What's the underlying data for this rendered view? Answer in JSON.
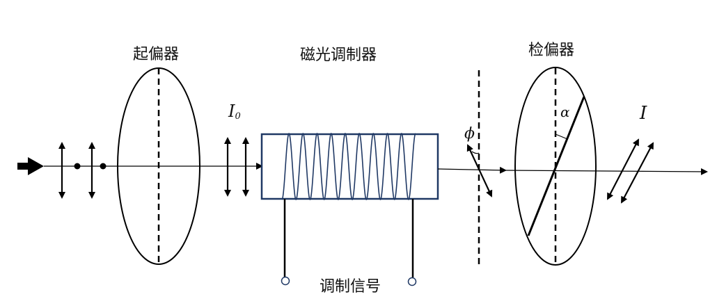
{
  "labels": {
    "polarizer": "起偏器",
    "modulator": "磁光调制器",
    "analyzer": "检偏器",
    "signal": "调制信号"
  },
  "symbols": {
    "I0_main": "I",
    "I0_sub": "0",
    "phi": "ϕ",
    "alpha": "α",
    "I": "I"
  },
  "colors": {
    "stroke": "#000000",
    "coil": "#1f3864",
    "box": "#1f3864"
  }
}
